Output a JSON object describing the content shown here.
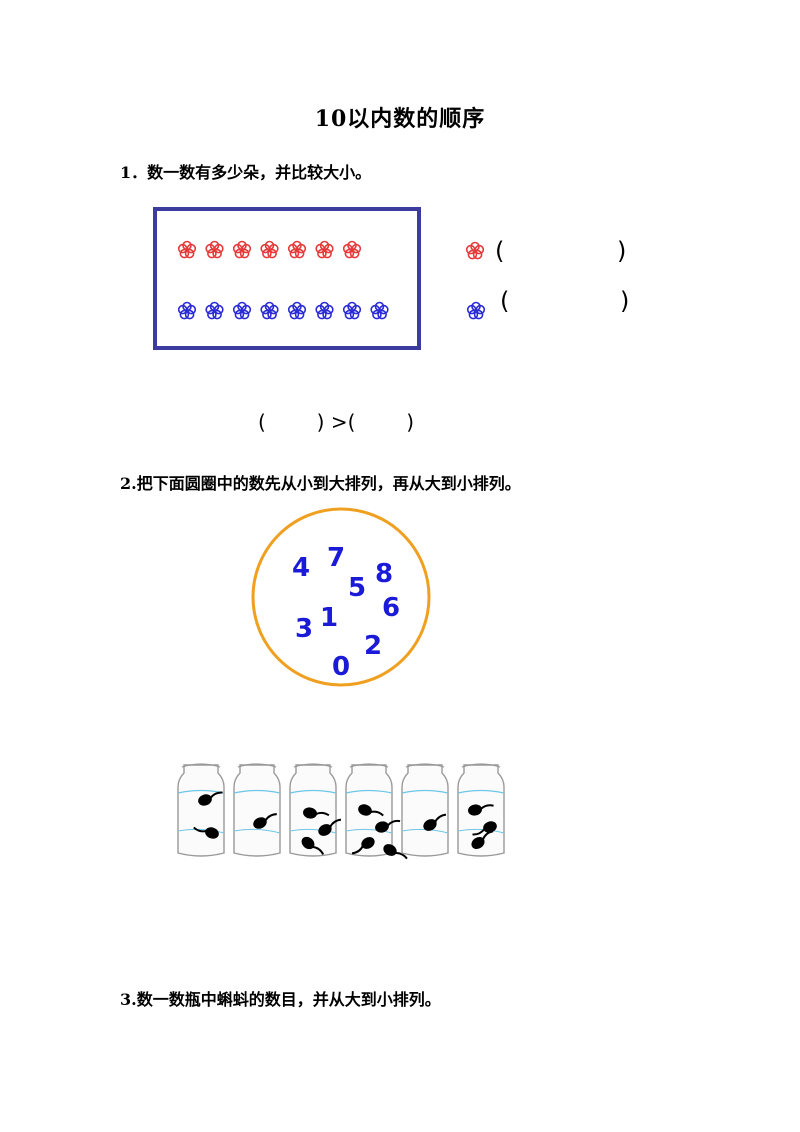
{
  "title": "10以内数的顺序",
  "q1": {
    "text": "1．数一数有多少朵，并比较大小。",
    "red_flower_count": 7,
    "blue_flower_count": 8,
    "colors": {
      "red": "#e63a3a",
      "blue": "#2b2bd6",
      "frame": "#3c3c9e"
    },
    "red_paren_left": "(",
    "red_paren_right": ")",
    "blue_paren_left": "(",
    "blue_paren_right": ")",
    "compare_text": "(        ) >(        )"
  },
  "q2": {
    "text": "2.把下面圆圈中的数先从小到大排列，再从大到小排列。",
    "circle_numbers": [
      "4",
      "7",
      "5",
      "8",
      "6",
      "3",
      "1",
      "2",
      "0"
    ],
    "colors": {
      "circle": "#f0a020",
      "numbers": "#1a1ad8"
    }
  },
  "jars": {
    "tadpole_counts": [
      2,
      1,
      3,
      4,
      1,
      3
    ]
  },
  "q3": {
    "text": "3.数一数瓶中蝌蚪的数目，并从大到小排列。"
  }
}
